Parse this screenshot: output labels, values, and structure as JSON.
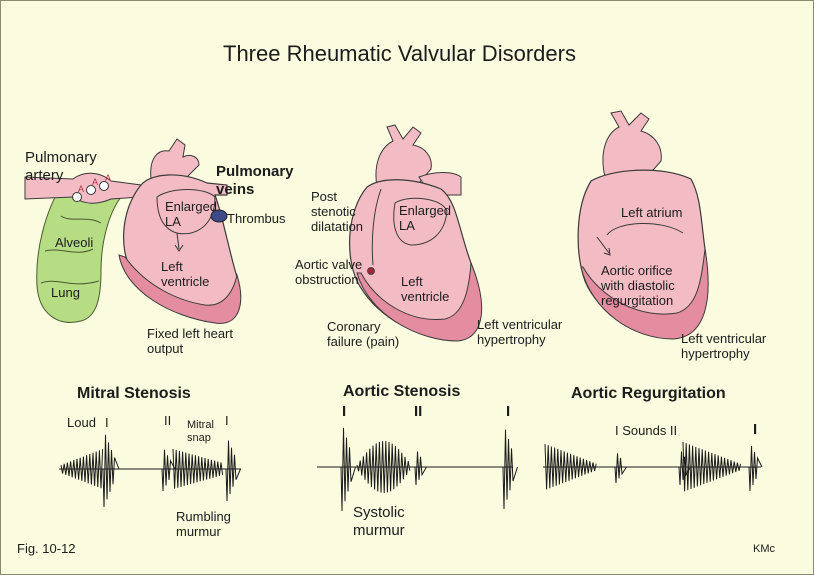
{
  "title": "Three Rheumatic Valvular Disorders",
  "panels": {
    "mitral": {
      "pulmonary_artery": "Pulmonary\nartery",
      "pulmonary_veins": "Pulmonary\nveins",
      "enlarged_la": "Enlarged\nLA",
      "thrombus": "Thrombus",
      "alveoli": "Alveoli",
      "lung": "Lung",
      "left_ventricle": "Left\nventricle",
      "output": "Fixed left heart\noutput",
      "alveoli_marker": "A"
    },
    "aortic_stenosis": {
      "post_stenotic": "Post\nstenotic\ndilatation",
      "enlarged_la": "Enlarged\nLA",
      "obstruction": "Aortic valve\nobstruction",
      "left_ventricle": "Left\nventricle",
      "coronary": "Coronary\nfailure (pain)",
      "hypertrophy": "Left ventricular\nhypertrophy"
    },
    "aortic_regurgitation": {
      "left_atrium": "Left atrium",
      "orifice": "Aortic orifice\nwith diastolic\nregurgitation",
      "hypertrophy": "Left ventricular\nhypertrophy"
    }
  },
  "phonograms": {
    "mitral": {
      "heading": "Mitral Stenosis",
      "loud": "Loud",
      "s1": "I",
      "s2": "II",
      "snap": "Mitral\nsnap",
      "s1b": "I",
      "murmur": "Rumbling\nmurmur"
    },
    "aortic_stenosis": {
      "heading": "Aortic Stenosis",
      "s1": "I",
      "s2": "II",
      "s1b": "I",
      "murmur": "Systolic\nmurmur"
    },
    "aortic_regurgitation": {
      "heading": "Aortic Regurgitation",
      "sounds": "I Sounds II",
      "s1b": "I"
    }
  },
  "footer": {
    "fig": "Fig. 10-12",
    "author": "KMc"
  },
  "colors": {
    "background": "#fbfbdf",
    "heart_fill": "#f3bcc5",
    "heart_wall": "#e48da0",
    "lung_fill": "#b6dc84",
    "thrombus": "#3c4a8a",
    "stroke": "#3a3a3a"
  }
}
